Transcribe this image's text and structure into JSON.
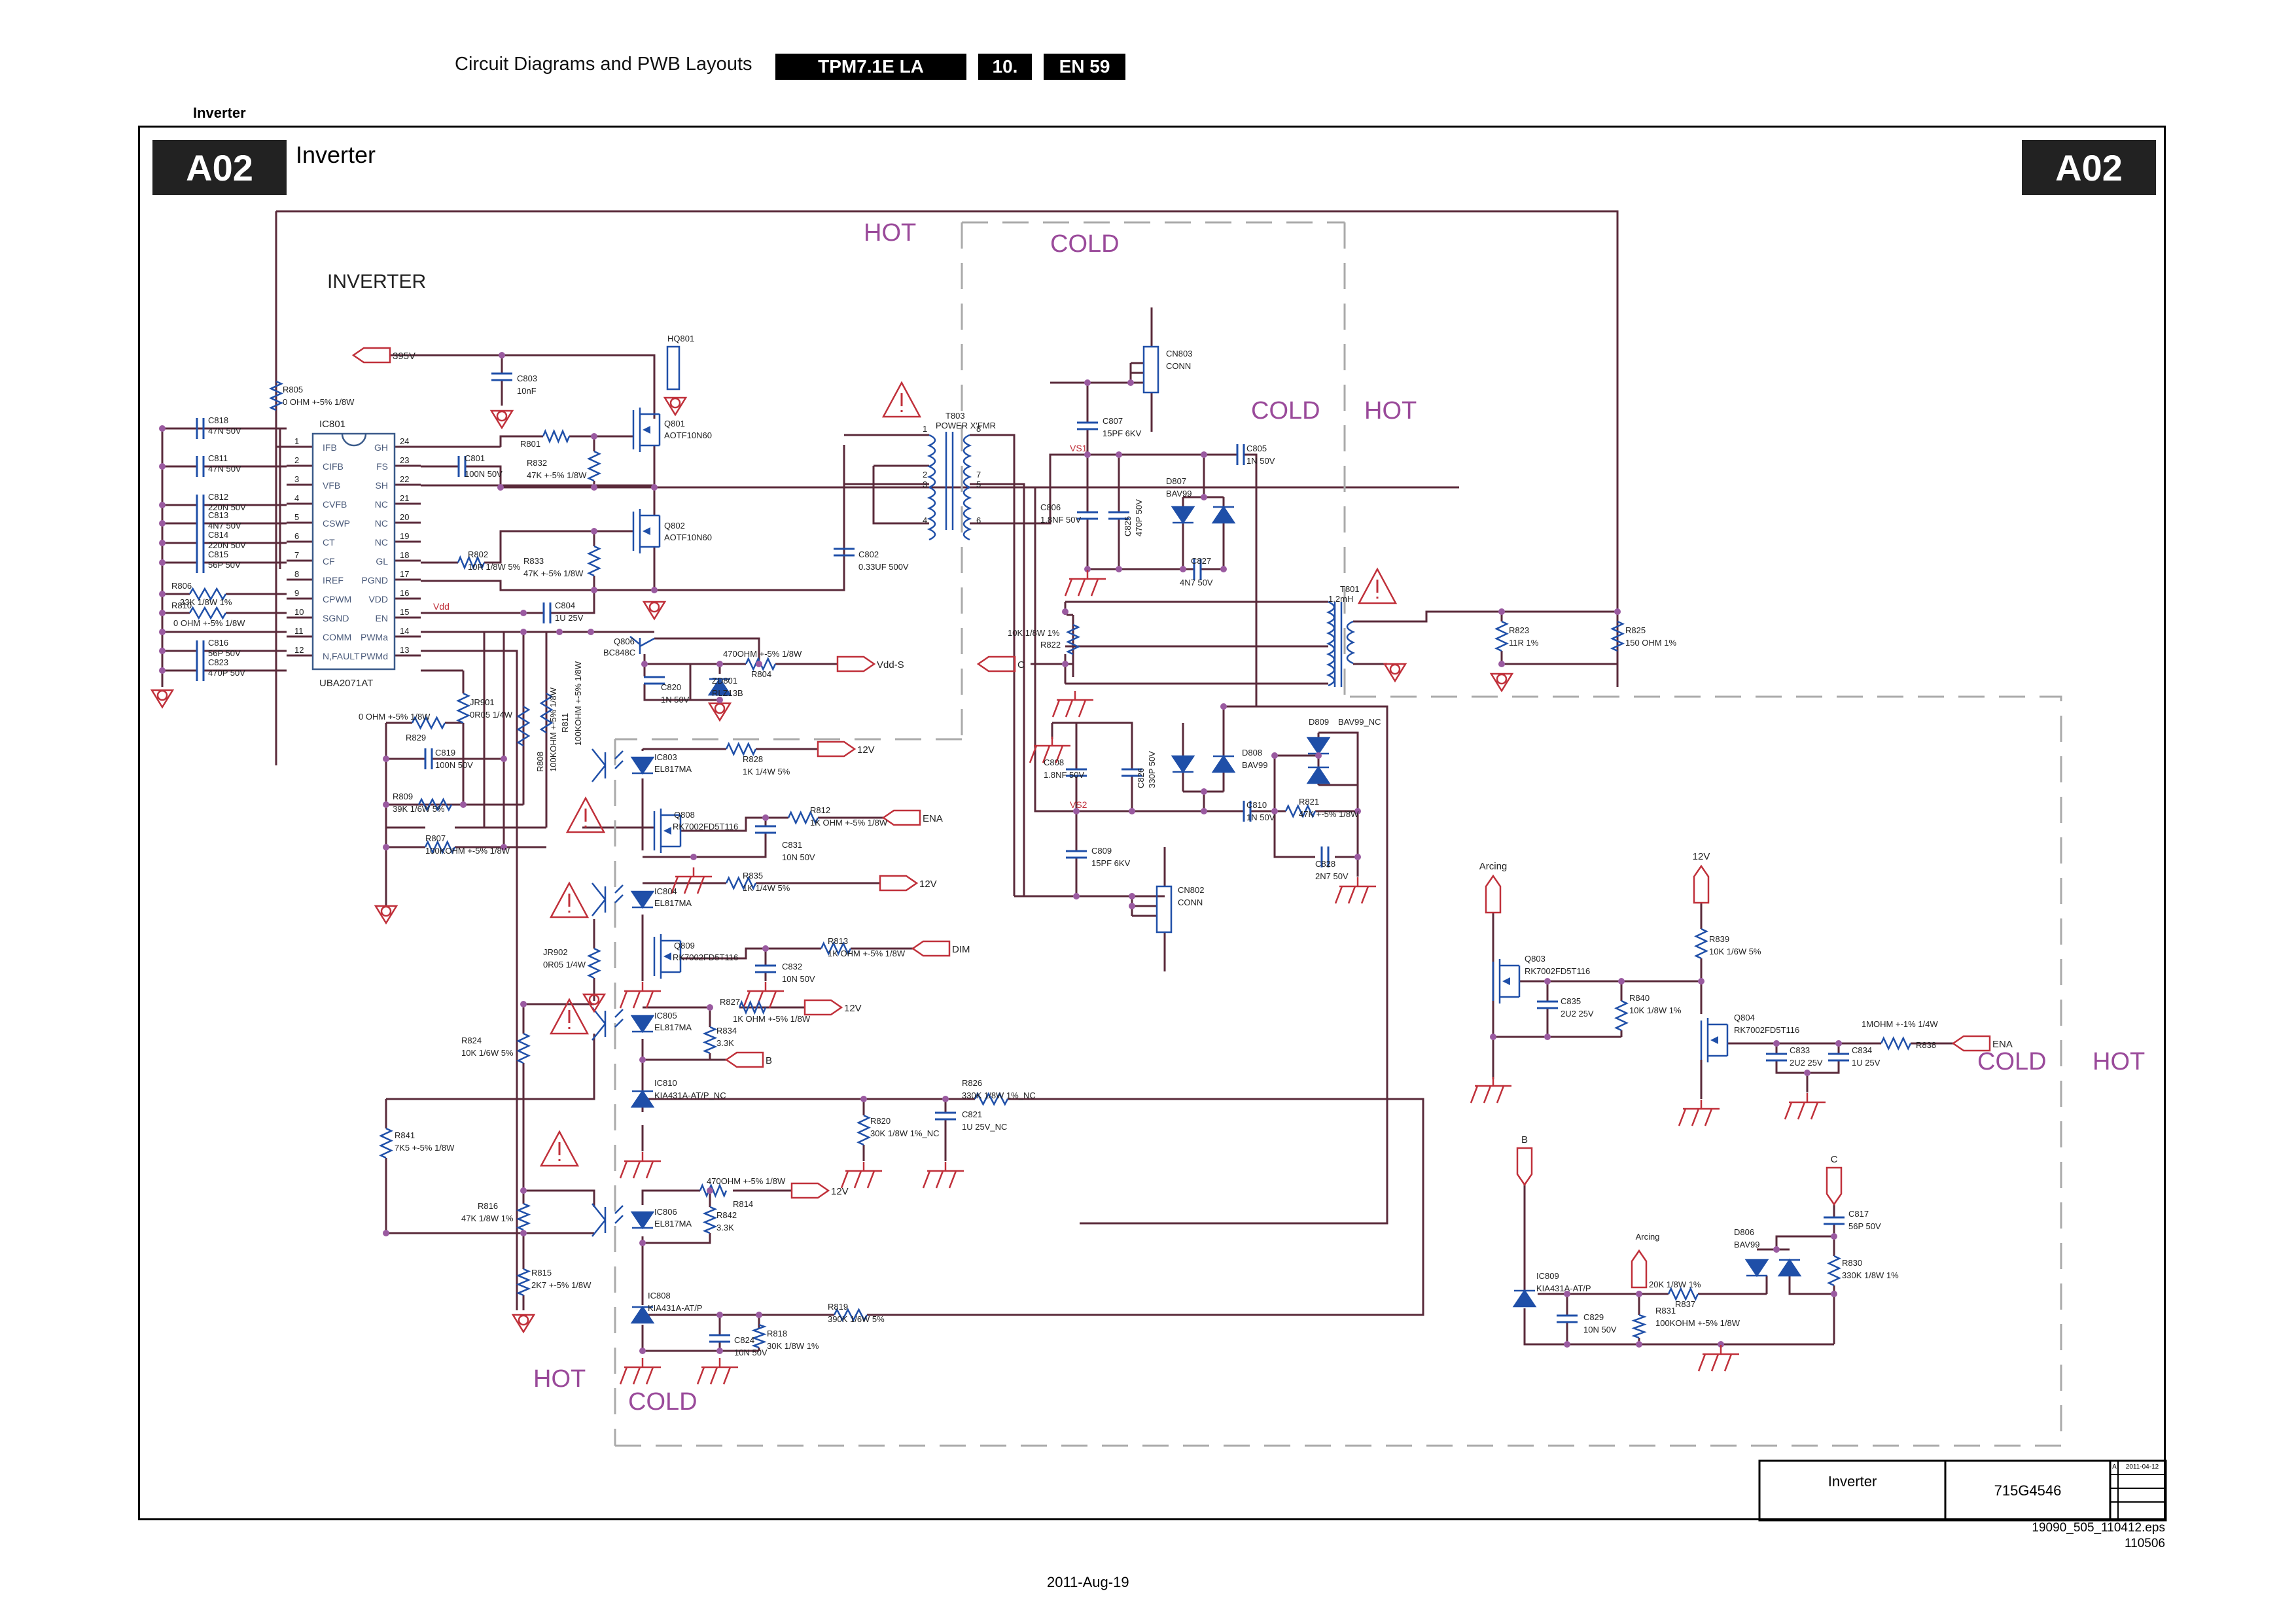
{
  "header": {
    "title": "Circuit Diagrams and PWB Layouts",
    "model": "TPM7.1E LA",
    "chapter": "10.",
    "page": "EN 59"
  },
  "section_label": "Inverter",
  "sheet": {
    "id_left": "A02",
    "id_right": "A02",
    "title": "Inverter",
    "block_title": "INVERTER"
  },
  "zones": {
    "hot": "HOT",
    "cold": "COLD"
  },
  "nets": {
    "v395": "395V",
    "vdd": "Vdd",
    "vdd_s": "Vdd-S",
    "v12": "12V",
    "ena": "ENA",
    "dim": "DIM",
    "b": "B",
    "c": "C",
    "arcing": "Arcing",
    "vs1": "VS1",
    "vs2": "VS2"
  },
  "ic801": {
    "ref": "IC801",
    "part": "UBA2071AT",
    "left_pins": [
      {
        "num": "1",
        "name": "IFB"
      },
      {
        "num": "2",
        "name": "CIFB"
      },
      {
        "num": "3",
        "name": "VFB"
      },
      {
        "num": "4",
        "name": "CVFB"
      },
      {
        "num": "5",
        "name": "CSWP"
      },
      {
        "num": "6",
        "name": "CT"
      },
      {
        "num": "7",
        "name": "CF"
      },
      {
        "num": "8",
        "name": "IREF"
      },
      {
        "num": "9",
        "name": "CPWM"
      },
      {
        "num": "10",
        "name": "SGND"
      },
      {
        "num": "11",
        "name": "COMM"
      },
      {
        "num": "12",
        "name": "N,FAULT"
      }
    ],
    "right_pins": [
      {
        "num": "24",
        "name": "GH"
      },
      {
        "num": "23",
        "name": "FS"
      },
      {
        "num": "22",
        "name": "SH"
      },
      {
        "num": "21",
        "name": "NC"
      },
      {
        "num": "20",
        "name": "NC"
      },
      {
        "num": "19",
        "name": "NC"
      },
      {
        "num": "18",
        "name": "GL"
      },
      {
        "num": "17",
        "name": "PGND"
      },
      {
        "num": "16",
        "name": "VDD"
      },
      {
        "num": "15",
        "name": "EN"
      },
      {
        "num": "14",
        "name": "PWMa"
      },
      {
        "num": "13",
        "name": "PWMd"
      }
    ]
  },
  "components": [
    {
      "ref": "R805",
      "value": "0 OHM +-5% 1/8W"
    },
    {
      "ref": "C803",
      "value": "10nF"
    },
    {
      "ref": "HQ801",
      "value": ""
    },
    {
      "ref": "C818",
      "value": "47N 50V"
    },
    {
      "ref": "C811",
      "value": "47N 50V"
    },
    {
      "ref": "C812",
      "value": "220N 50V"
    },
    {
      "ref": "C813",
      "value": "4N7 50V"
    },
    {
      "ref": "C814",
      "value": "220N 50V"
    },
    {
      "ref": "C815",
      "value": "56P 50V"
    },
    {
      "ref": "R806",
      "value": "33K 1/8W 1%"
    },
    {
      "ref": "R810",
      "value": "0 OHM +-5% 1/8W"
    },
    {
      "ref": "C816",
      "value": "56P 50V"
    },
    {
      "ref": "C823",
      "value": "470P 50V"
    },
    {
      "ref": "R801",
      "value": ""
    },
    {
      "ref": "C801",
      "value": "100N 50V"
    },
    {
      "ref": "R832",
      "value": "47K +-5% 1/8W"
    },
    {
      "ref": "Q801",
      "value": "AOTF10N60"
    },
    {
      "ref": "Q802",
      "value": "AOTF10N60"
    },
    {
      "ref": "R802",
      "value": "10R 1/8W 5%"
    },
    {
      "ref": "R833",
      "value": "47K +-5% 1/8W"
    },
    {
      "ref": "C804",
      "value": "1U 25V"
    },
    {
      "ref": "C802",
      "value": "0.33UF 500V"
    },
    {
      "ref": "T803",
      "value": "POWER X'FMR"
    },
    {
      "ref": "CN803",
      "value": "CONN"
    },
    {
      "ref": "C807",
      "value": "15PF 6KV"
    },
    {
      "ref": "C805",
      "value": "1N 50V"
    },
    {
      "ref": "D807",
      "value": "BAV99"
    },
    {
      "ref": "C806",
      "value": "1.8NF 50V"
    },
    {
      "ref": "C825",
      "value": "470P 50V"
    },
    {
      "ref": "C827",
      "value": "4N7 50V"
    },
    {
      "ref": "T801",
      "value": "1.2mH"
    },
    {
      "ref": "R822",
      "value": "10K 1/8W 1%"
    },
    {
      "ref": "R823",
      "value": "11R 1%"
    },
    {
      "ref": "R825",
      "value": "150 OHM 1%"
    },
    {
      "ref": "Q806",
      "value": "BC848C"
    },
    {
      "ref": "R804",
      "value": "470OHM +-5% 1/8W"
    },
    {
      "ref": "C820",
      "value": "1N 50V"
    },
    {
      "ref": "ZD801",
      "value": "RLZ13B"
    },
    {
      "ref": "JR901",
      "value": "0R05 1/4W"
    },
    {
      "ref": "R829",
      "value": "0 OHM +-5% 1/8W"
    },
    {
      "ref": "C819",
      "value": "100N 50V"
    },
    {
      "ref": "R809",
      "value": "39K 1/6W 5%"
    },
    {
      "ref": "R807",
      "value": "100KOHM +-5% 1/8W"
    },
    {
      "ref": "R808",
      "value": "100KOHM +-5% 1/8W"
    },
    {
      "ref": "R811",
      "value": "100KOHM +-5% 1/8W"
    },
    {
      "ref": "IC803",
      "value": "EL817MA"
    },
    {
      "ref": "R828",
      "value": "1K 1/4W 5%"
    },
    {
      "ref": "Q808",
      "value": "RK7002FD5T116"
    },
    {
      "ref": "R812",
      "value": "1K OHM +-5% 1/8W"
    },
    {
      "ref": "C831",
      "value": "10N 50V"
    },
    {
      "ref": "IC804",
      "value": "EL817MA"
    },
    {
      "ref": "R835",
      "value": "1K 1/4W 5%"
    },
    {
      "ref": "Q809",
      "value": "RK7002FD5T116"
    },
    {
      "ref": "R813",
      "value": "1K OHM +-5% 1/8W"
    },
    {
      "ref": "C832",
      "value": "10N 50V"
    },
    {
      "ref": "JR902",
      "value": "0R05 1/4W"
    },
    {
      "ref": "IC805",
      "value": "EL817MA"
    },
    {
      "ref": "R827",
      "value": "1K OHM +-5% 1/8W"
    },
    {
      "ref": "R834",
      "value": "3.3K"
    },
    {
      "ref": "R824",
      "value": "10K 1/6W 5%"
    },
    {
      "ref": "IC810",
      "value": "KIA431A-AT/P_NC"
    },
    {
      "ref": "R826",
      "value": "330K 1/8W 1%_NC"
    },
    {
      "ref": "R820",
      "value": "30K 1/8W 1%_NC"
    },
    {
      "ref": "C821",
      "value": "1U 25V_NC"
    },
    {
      "ref": "R841",
      "value": "7K5 +-5% 1/8W"
    },
    {
      "ref": "R816",
      "value": "47K 1/8W 1%"
    },
    {
      "ref": "R815",
      "value": "2K7 +-5% 1/8W"
    },
    {
      "ref": "IC806",
      "value": "EL817MA"
    },
    {
      "ref": "R814",
      "value": "470OHM +-5% 1/8W"
    },
    {
      "ref": "R842",
      "value": "3.3K"
    },
    {
      "ref": "IC808",
      "value": "KIA431A-AT/P"
    },
    {
      "ref": "R819",
      "value": "390K 1/6W 5%"
    },
    {
      "ref": "C824",
      "value": "10N 50V"
    },
    {
      "ref": "R818",
      "value": "30K 1/8W 1%"
    },
    {
      "ref": "C808",
      "value": "1.8NF 50V"
    },
    {
      "ref": "C826",
      "value": "330P 50V"
    },
    {
      "ref": "D808",
      "value": "BAV99"
    },
    {
      "ref": "D809",
      "value": "BAV99_NC"
    },
    {
      "ref": "C810",
      "value": "1N 50V"
    },
    {
      "ref": "R821",
      "value": "47K +-5% 1/8W"
    },
    {
      "ref": "C828",
      "value": "2N7 50V"
    },
    {
      "ref": "C809",
      "value": "15PF 6KV"
    },
    {
      "ref": "CN802",
      "value": "CONN"
    },
    {
      "ref": "Q803",
      "value": "RK7002FD5T116"
    },
    {
      "ref": "C835",
      "value": "2U2 25V"
    },
    {
      "ref": "R840",
      "value": "10K 1/8W 1%"
    },
    {
      "ref": "R839",
      "value": "10K 1/6W 5%"
    },
    {
      "ref": "Q804",
      "value": "RK7002FD5T116"
    },
    {
      "ref": "C833",
      "value": "2U2 25V"
    },
    {
      "ref": "C834",
      "value": "1U 25V"
    },
    {
      "ref": "R838",
      "value": "1MOHM +-1% 1/4W"
    },
    {
      "ref": "IC809",
      "value": "KIA431A-AT/P"
    },
    {
      "ref": "C829",
      "value": "10N 50V"
    },
    {
      "ref": "R831",
      "value": "100KOHM +-5% 1/8W"
    },
    {
      "ref": "R837",
      "value": "20K 1/8W 1%"
    },
    {
      "ref": "D806",
      "value": "BAV99"
    },
    {
      "ref": "C817",
      "value": "56P 50V"
    },
    {
      "ref": "R830",
      "value": "330K 1/8W 1%"
    }
  ],
  "title_block": {
    "name": "Inverter",
    "number": "715G4546",
    "rev": "A",
    "rev_date": "2011-04-12"
  },
  "footer": {
    "file": "19090_505_110412.eps",
    "code": "110506",
    "date": "2011-Aug-19"
  }
}
